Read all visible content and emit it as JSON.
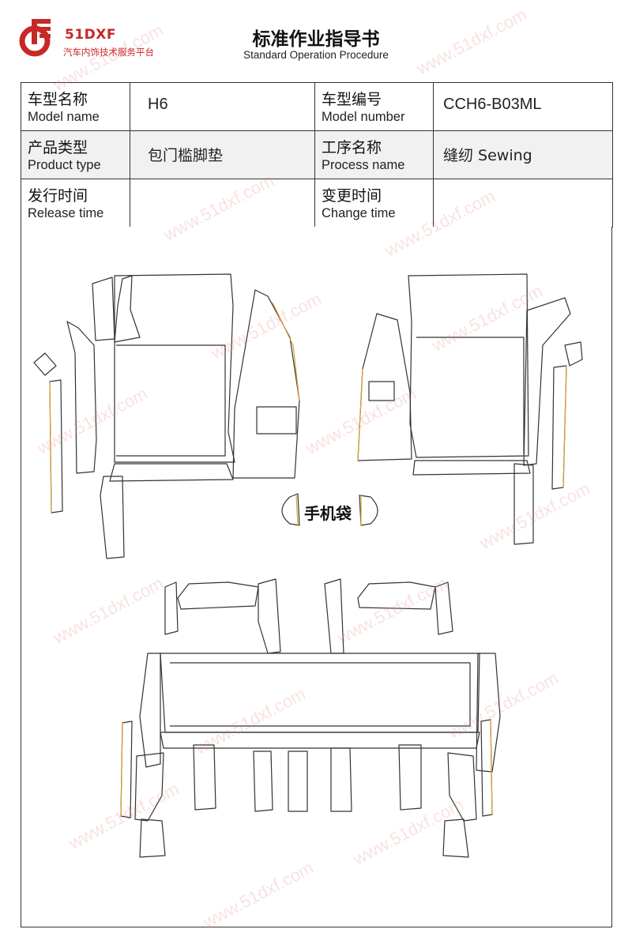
{
  "brand": {
    "name": "51DXF",
    "tagline": "汽车内饰技术服务平台",
    "color": "#c62828"
  },
  "document": {
    "title": "标准作业指导书",
    "subtitle": "Standard Operation Procedure"
  },
  "info": {
    "model_name": {
      "zh": "车型名称",
      "en": "Model name",
      "value": "H6"
    },
    "model_number": {
      "zh": "车型编号",
      "en": "Model number",
      "value": "CCH6-B03ML"
    },
    "product_type": {
      "zh": "产品类型",
      "en": "Product type",
      "value": "包门槛脚垫"
    },
    "process_name": {
      "zh": "工序名称",
      "en": "Process name",
      "value": "缝纫 Sewing"
    },
    "release_time": {
      "zh": "发行时间",
      "en": "Release time",
      "value": ""
    },
    "change_time": {
      "zh": "变更时间",
      "en": "Change time",
      "value": ""
    }
  },
  "drawing": {
    "label": "手机袋",
    "outline_color": "#333333",
    "edge_color": "#e0a030"
  },
  "watermark": "www.51dxf.com"
}
